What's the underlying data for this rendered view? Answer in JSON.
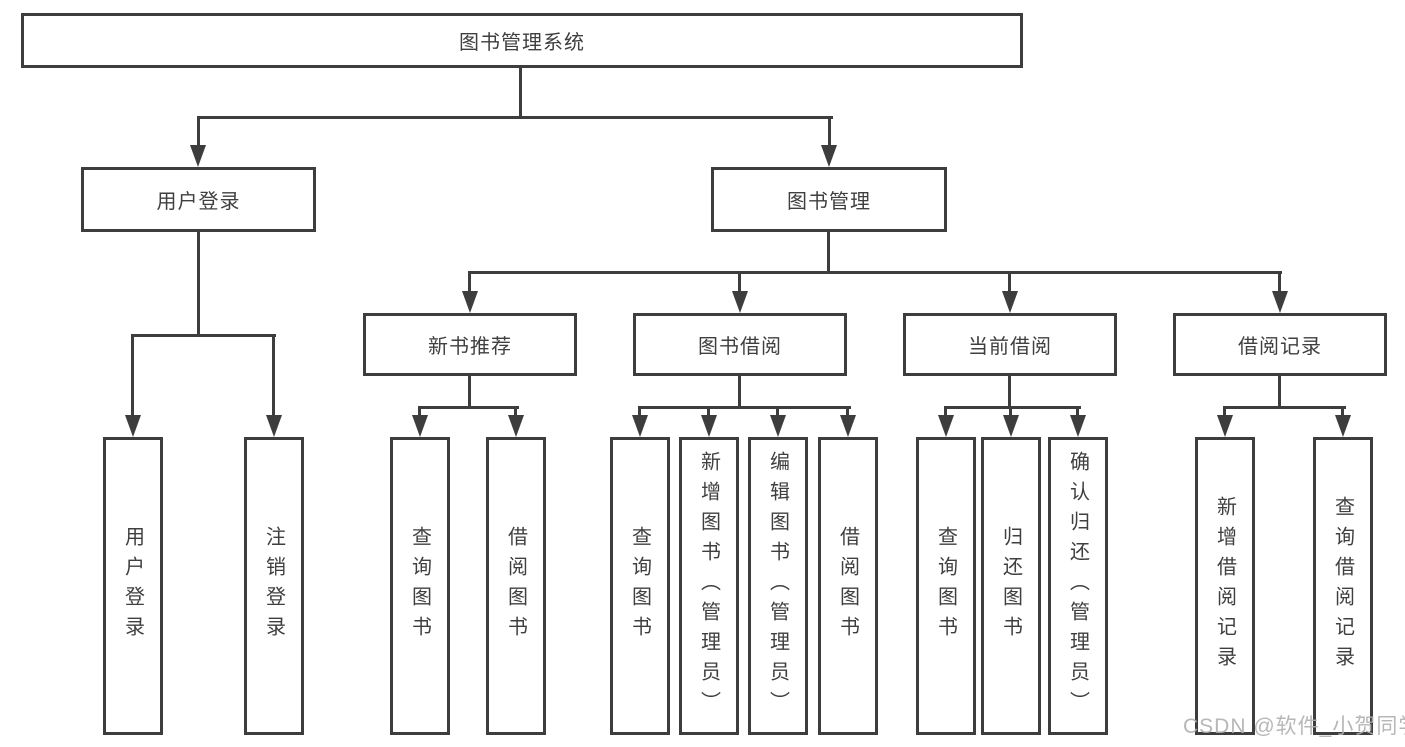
{
  "diagram": {
    "root": {
      "label": "图书管理系统"
    },
    "branches": {
      "user_login": {
        "label": "用户登录",
        "children": [
          "用户登录",
          "注销登录"
        ]
      },
      "book_mgmt": {
        "label": "图书管理",
        "sections": [
          {
            "label": "新书推荐",
            "children": [
              "查询图书",
              "借阅图书"
            ]
          },
          {
            "label": "图书借阅",
            "children": [
              "查询图书",
              "新增图书（管理员）",
              "编辑图书（管理员）",
              "借阅图书"
            ]
          },
          {
            "label": "当前借阅",
            "children": [
              "查询图书",
              "归还图书",
              "确认归还（管理员）"
            ]
          },
          {
            "label": "借阅记录",
            "children": [
              "新增借阅记录",
              "查询借阅记录"
            ]
          }
        ]
      }
    },
    "watermark": "CSDN @软件_小贺同学",
    "colors": {
      "line": "#3d3d3d",
      "text": "#3f3f3f",
      "watermark": "#b0b0b0",
      "background": "#ffffff"
    }
  }
}
